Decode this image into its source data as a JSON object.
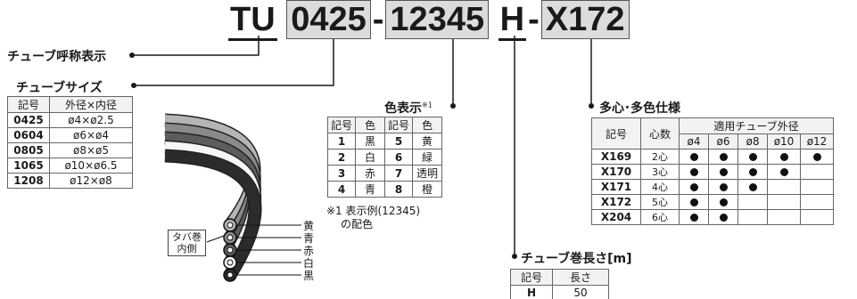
{
  "code": {
    "series": "TU",
    "size": "0425",
    "dash1": "-",
    "color": "12345",
    "length": "H",
    "dash2": "-",
    "option": "X172"
  },
  "labels": {
    "nominal": "チューブ呼称表示",
    "tube_size": "チューブサイズ",
    "color_display": "色表示",
    "color_display_sup": "※1",
    "multi_color": "多心･多色仕様",
    "tube_length": "チューブ巻長さ[m]"
  },
  "size_table": {
    "headers": [
      "記号",
      "外径×内径"
    ],
    "rows": [
      [
        "0425",
        "ø4×ø2.5"
      ],
      [
        "0604",
        "ø6×ø4"
      ],
      [
        "0805",
        "ø8×ø5"
      ],
      [
        "1065",
        "ø10×ø6.5"
      ],
      [
        "1208",
        "ø12×ø8"
      ]
    ]
  },
  "color_table": {
    "headers": [
      "記号",
      "色",
      "記号",
      "色"
    ],
    "rows": [
      [
        "1",
        "黒",
        "5",
        "黄"
      ],
      [
        "2",
        "白",
        "6",
        "緑"
      ],
      [
        "3",
        "赤",
        "7",
        "透明"
      ],
      [
        "4",
        "青",
        "8",
        "橙"
      ]
    ],
    "note_line1": "※1 表示例(12345)",
    "note_line2": "の配色"
  },
  "multi_table": {
    "h_code": "記号",
    "h_cores": "心数",
    "h_group": "適用チューブ外径",
    "diameters": [
      "ø4",
      "ø6",
      "ø8",
      "ø10",
      "ø12"
    ],
    "rows": [
      {
        "code": "X169",
        "cores": "2心",
        "dots": [
          1,
          1,
          1,
          1,
          1
        ]
      },
      {
        "code": "X170",
        "cores": "3心",
        "dots": [
          1,
          1,
          1,
          1,
          0
        ]
      },
      {
        "code": "X171",
        "cores": "4心",
        "dots": [
          1,
          1,
          1,
          0,
          0
        ]
      },
      {
        "code": "X172",
        "cores": "5心",
        "dots": [
          1,
          1,
          0,
          0,
          0
        ]
      },
      {
        "code": "X204",
        "cores": "6心",
        "dots": [
          1,
          1,
          0,
          0,
          0
        ]
      }
    ]
  },
  "length_table": {
    "headers": [
      "記号",
      "長さ"
    ],
    "rows": [
      [
        "H",
        "50"
      ]
    ]
  },
  "bundle": {
    "tag_line1": "タバ巻",
    "tag_line2": "内側",
    "colors": [
      "黄",
      "青",
      "赤",
      "白",
      "黒"
    ],
    "fills": [
      "#b5b5b5",
      "#8a8a8a",
      "#5c5c5c",
      "#f6f6f6",
      "#2b2b2b"
    ]
  }
}
